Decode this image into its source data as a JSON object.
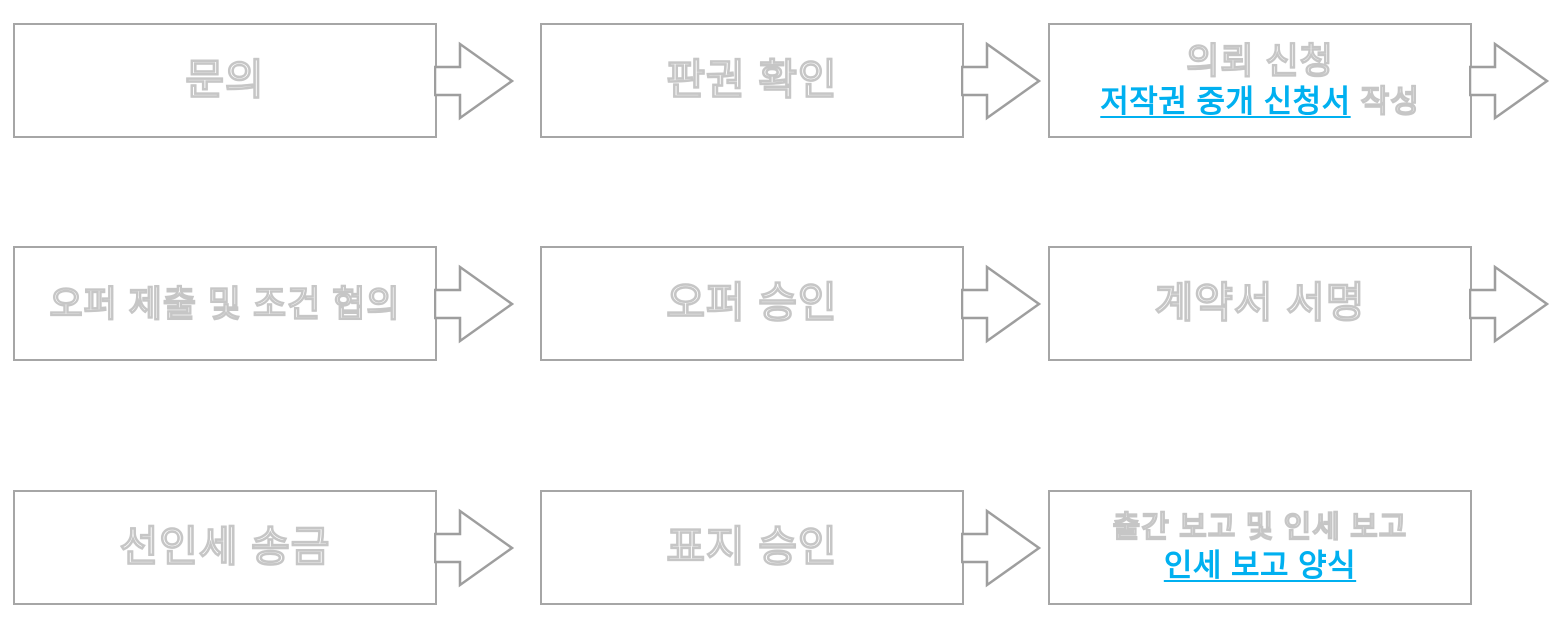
{
  "diagram": {
    "type": "flowchart",
    "description": "Korean copyright brokerage process, 3 rows of 3 steps flowing left to right",
    "colors": {
      "box_fill": "#ffffff",
      "box_border": "#a6a6a6",
      "title_fill": "#ffffff",
      "title_outline": "#c6c6c6",
      "link_color": "#00b0f0",
      "arrow_outline": "#9e9e9e",
      "arrow_fill": "#ffffff"
    },
    "rows": [
      {
        "steps": [
          {
            "title": "문의",
            "has_arrow": true
          },
          {
            "title": "판권 확인",
            "has_arrow": true
          },
          {
            "title": "의뢰 신청",
            "line2": {
              "link_text": "저작권 중개 신청서",
              "suffix": "작성"
            },
            "has_arrow": true
          }
        ]
      },
      {
        "steps": [
          {
            "title": "오퍼 제출 및 조건 협의",
            "has_arrow": true
          },
          {
            "title": "오퍼 승인",
            "has_arrow": true
          },
          {
            "title": "계약서 서명",
            "has_arrow": true
          }
        ]
      },
      {
        "steps": [
          {
            "title": "선인세 송금",
            "has_arrow": true
          },
          {
            "title": "표지 승인",
            "has_arrow": true
          },
          {
            "title": "출간 보고 및 인세 보고",
            "line2": {
              "link_text": "인세 보고 양식",
              "suffix": ""
            },
            "has_arrow": false
          }
        ]
      }
    ]
  }
}
